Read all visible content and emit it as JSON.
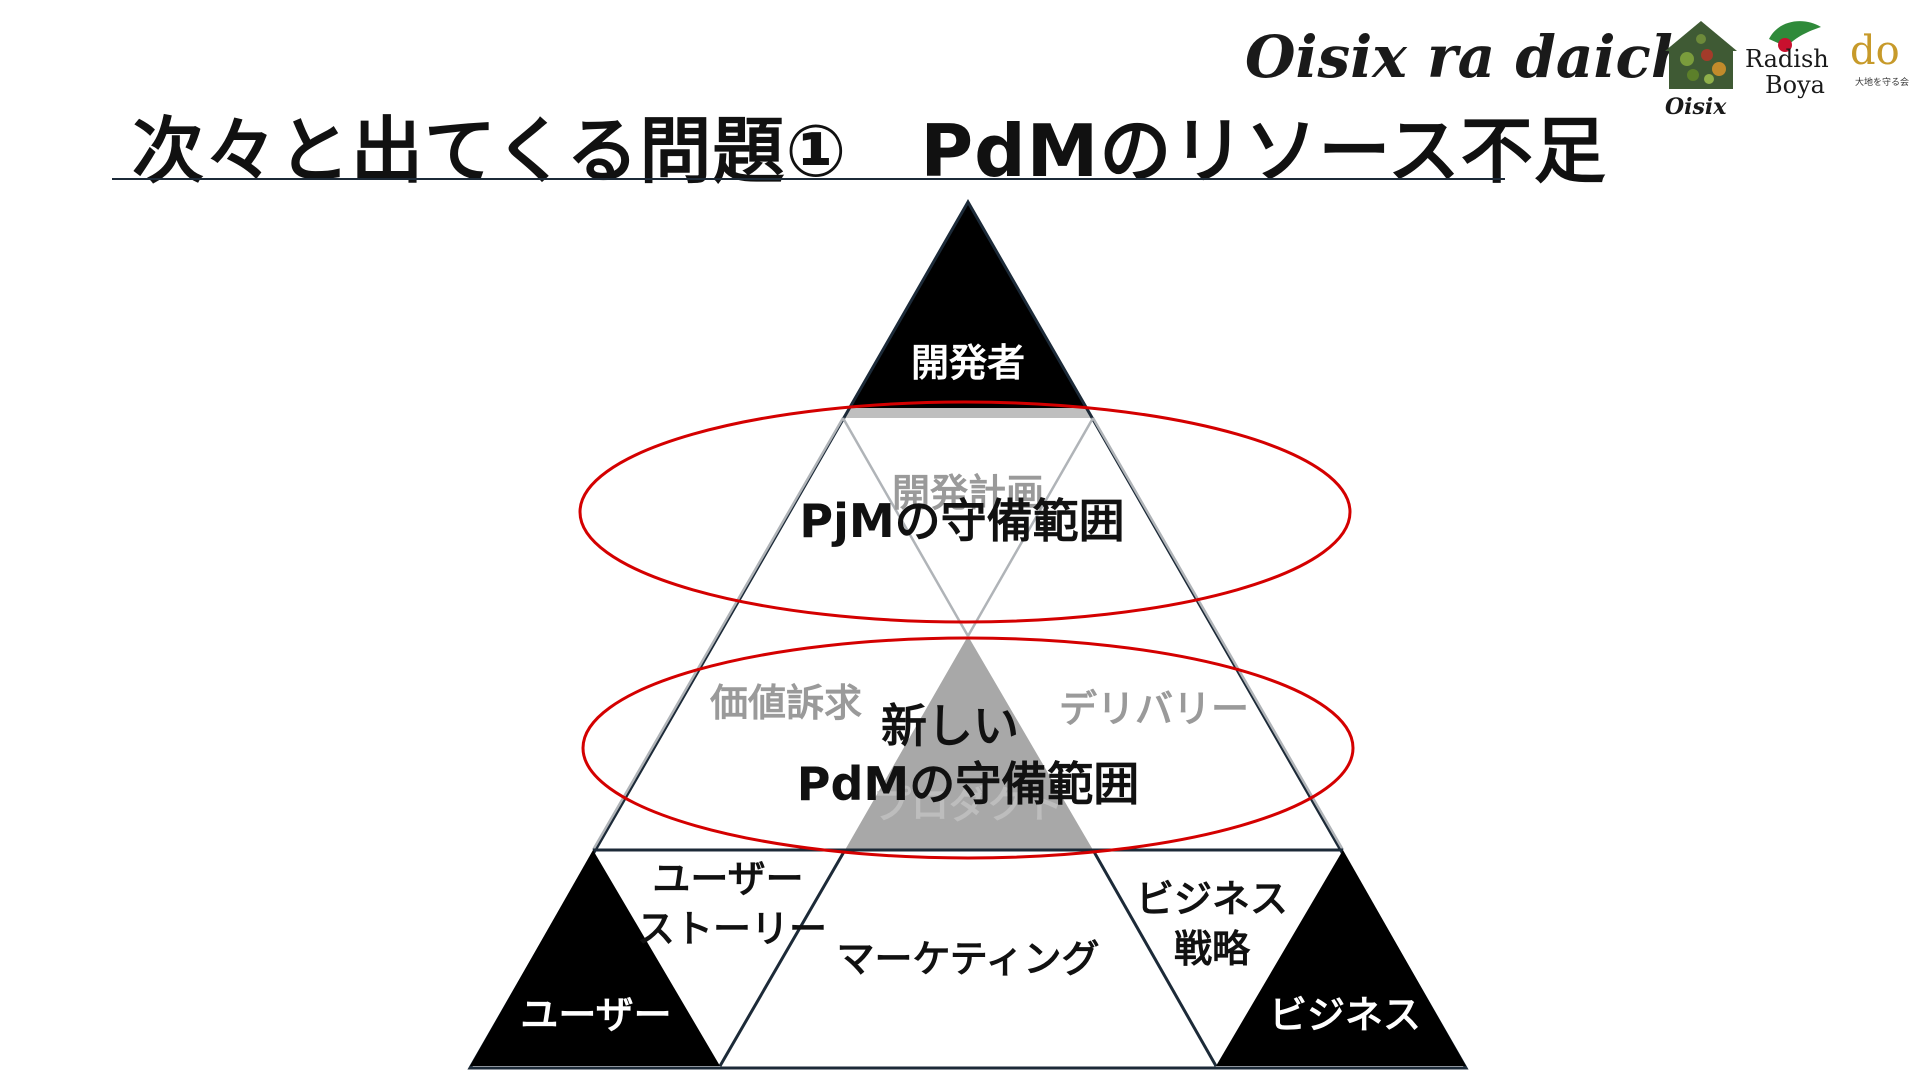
{
  "slide": {
    "title": "次々と出てくる問題①　PdMのリソース不足"
  },
  "logos": {
    "main": "Oisix ra daichi",
    "oisix": "Oisix",
    "radish_line1": "Radish",
    "radish_line2": "Boya",
    "do": "do",
    "do_sub": "大地を守る会"
  },
  "diagram": {
    "corner_top": "開発者",
    "corner_left": "ユーザー",
    "corner_right": "ビジネス",
    "center": "プロダクト",
    "top_inner": "開発計画",
    "left_edge": "価値訴求",
    "right_edge": "デリバリー",
    "bottom_left_line1": "ユーザー",
    "bottom_left_line2": "ストーリー",
    "bottom_center": "マーケティング",
    "bottom_right_line1": "ビジネス",
    "bottom_right_line2": "戦略",
    "ellipse_top_label": "PjMの守備範囲",
    "ellipse_bottom_line1": "新しい",
    "ellipse_bottom_line2": "PdMの守備範囲",
    "colors": {
      "dark": "#000000",
      "outline": "#1c2a38",
      "inner_line": "#b0b4b8",
      "center_fill": "#a8a8a8",
      "faded_text": "#9a9a9a",
      "ellipse": "#d40000",
      "top_band": "#bfbfbf"
    }
  }
}
